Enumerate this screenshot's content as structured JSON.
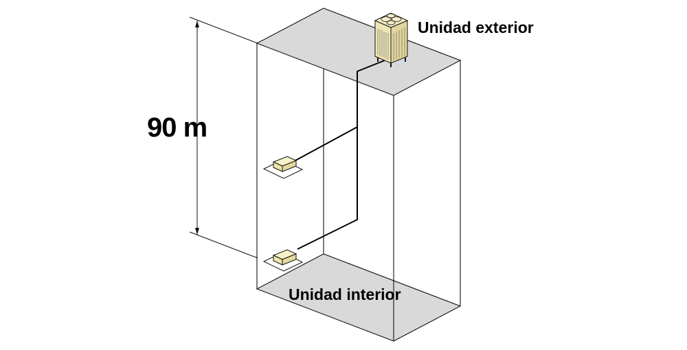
{
  "height_label": "90 m",
  "outdoor_unit_label": "Unidad exterior",
  "indoor_unit_label": "Unidad interior",
  "colors": {
    "floor_fill": "#d9d9d9",
    "unit_fill": "#f5efc4",
    "line": "#111111"
  },
  "icons": [
    "outdoor-unit-icon",
    "indoor-unit-icon"
  ]
}
